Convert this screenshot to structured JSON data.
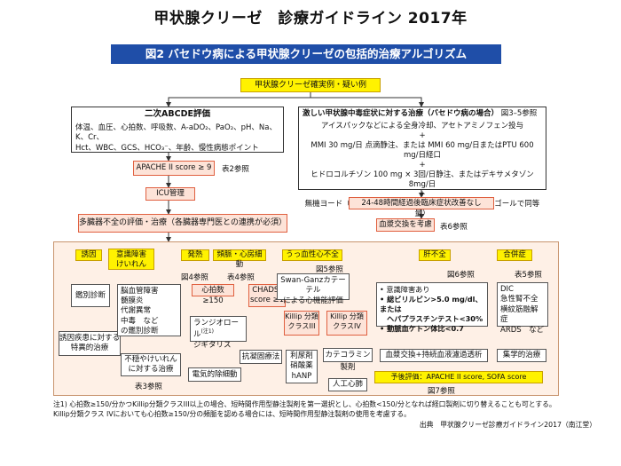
{
  "header": {
    "title": "甲状腺クリーゼ　診療ガイドライン 2017年",
    "figure_title": "図2 バセドウ病による甲状腺クリーゼの包括的治療アルゴリズム"
  },
  "top": {
    "confirmed": "甲状腺クリーゼ確実例・疑い例"
  },
  "abcde": {
    "title": "二次ABCDE評価",
    "line1": "体温、血圧、心拍数、呼吸数、A-aDO₂、PaO₂、pH、Na、K、Cr、",
    "line2": "Hct、WBC、GCS、HCO₃⁻、年齢、慢性病態ポイント"
  },
  "apache": {
    "label": "APACHE II score ≥ 9",
    "ref": "表2参照"
  },
  "icu": {
    "label": "ICU管理"
  },
  "multiorgan": {
    "label": "多臓器不全の評価・治療（各臓器専門医との連携が必須）"
  },
  "severe": {
    "title": "激しい甲状腺中毒症状に対する治療（バセドウ病の場合）",
    "ref": "図3–5参照",
    "l1": "アイスパックなどによる全身冷却、アセトアミノフェン投与",
    "plus": "+",
    "l2": "MMI 30 mg/日 点滴静注、または MMI 60 mg/日またはPTU 600 mg/日経口",
    "l3": "ヒドロコルチゾン 100 mg × 3回/日静注、またはデキサメタゾン 8mg/日",
    "l4": "無機ヨード（ヨウ化カリウム 200 mg、または内服用ルゴールで同等量）"
  },
  "no_improve": {
    "label": "24-48時間経過後臨床症状改善なし"
  },
  "plasma": {
    "label": "血漿交換を考慮",
    "ref": "表6参照"
  },
  "bottom": {
    "cause": {
      "label": "誘因",
      "dx": "鑑別診断",
      "tx1": "誘因疾患に対する",
      "tx2": "特異的治療"
    },
    "cns": {
      "label1": "意識障害",
      "label2": "けいれん",
      "l1": "脳血管障害",
      "l2": "髄膜炎",
      "l3": "代謝異常",
      "l4": "中毒　など",
      "l5": "の鑑別診断",
      "t1": "不穏やけいれん",
      "t2": "に対する治療",
      "ref": "表3参照"
    },
    "fever": {
      "label": "発熱",
      "ref": "図4参照"
    },
    "tachy": {
      "label": "頻脈・心房細動",
      "ref": "表4参照",
      "hr": "心拍数 ≥150",
      "chads1": "CHADS₂",
      "chads2": "score ≥1",
      "landiolol1": "ランジオロール",
      "landiolol_note": "(注1)",
      "landiolol2": "ジギタリス",
      "cardioversion": "電気的除細動",
      "anticoag": "抗凝固療法"
    },
    "chf": {
      "label": "うっ血性心不全",
      "ref": "図5参照",
      "sg1": "Swan-Ganzカテーテル",
      "sg2": "による心機能評価",
      "k3a": "Killip 分類",
      "k3b": "クラスIII",
      "k4a": "Killip 分類",
      "k4b": "クラスIV",
      "diur1": "利尿剤",
      "diur2": "硝酸薬",
      "diur3": "hANP",
      "cate": "カテコラミン製剤",
      "vent": "人工心肺"
    },
    "liver": {
      "label": "肝不全",
      "ref": "図6参照",
      "b1": "• 意識障害あり",
      "b2a": "• 総ビリルビン>5.0 mg/dl、または",
      "b2b": "ヘパプラスチンテスト<30%",
      "b3": "• 動脈血ケトン体比<0.7",
      "therapy": "血漿交換+持続血液濾過透析"
    },
    "comp": {
      "label": "合併症",
      "ref": "表5参照",
      "l1": "DIC",
      "l2": "急性腎不全",
      "l3": "横紋筋融解症",
      "l4": "ARDS　など",
      "therapy": "集学的治療"
    },
    "prognosis": {
      "label": "予後評価：APACHE II score, SOFA score",
      "ref": "図7参照"
    }
  },
  "notes": {
    "n1": "注1) 心拍数≥150/分かつKillip分類クラスIII以上の場合、短時間作用型静注製剤を第一選択とし、心拍数<150/分となれば経口製剤に切り替えることも可とする。",
    "n2": "Killip分類クラス IVにおいても心拍数≥150/分の頻脈を認める場合には、短時間作用型静注製剤の使用を考慮する。",
    "source": "出典　甲状腺クリーゼ診療ガイドライン2017（南江堂）"
  },
  "colors": {
    "figure_bar": "#1f4ea8",
    "yellow": "#fff200",
    "pink": "#fde3d8",
    "outer": "#fef0e6"
  }
}
